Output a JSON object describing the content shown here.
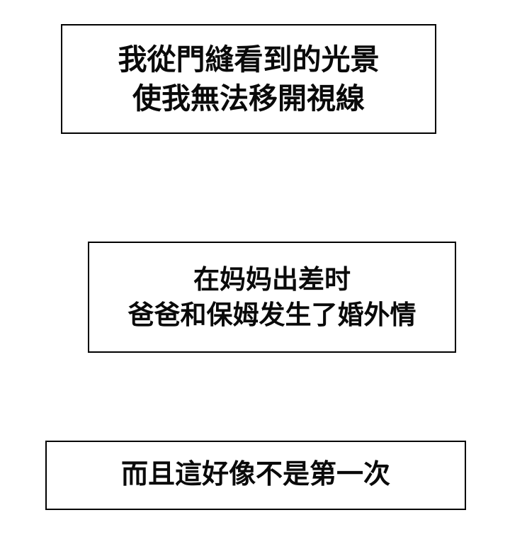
{
  "page": {
    "kind": "comic-page",
    "background": "#ffffff"
  },
  "colors": {
    "background": "#ffffff",
    "caption_border": "#000000",
    "caption_text": "#0a0a0a"
  },
  "panels": [
    {
      "id": "caption-1",
      "lines": [
        "我從門縫看到的光景",
        "使我無法移開視線"
      ]
    },
    {
      "id": "caption-2",
      "lines": [
        "在妈妈出差时",
        "爸爸和保姆发生了婚外情"
      ]
    },
    {
      "id": "caption-3",
      "lines": [
        "而且這好像不是第一次"
      ]
    }
  ]
}
